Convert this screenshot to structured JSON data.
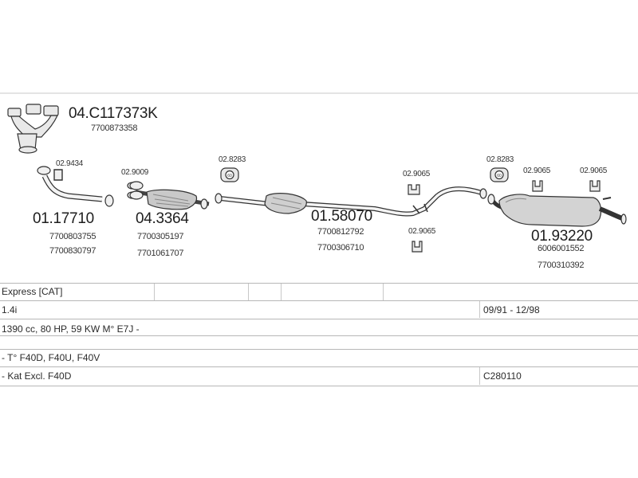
{
  "parts": {
    "manifold": {
      "number": "04.C117373K",
      "oe": [
        "7700873358"
      ]
    },
    "front_pipe": {
      "number": "01.17710",
      "oe": [
        "7700803755",
        "7700830797"
      ]
    },
    "catalyst": {
      "number": "04.3364",
      "oe": [
        "7700305197",
        "7701061707"
      ]
    },
    "middle_silencer": {
      "number": "01.58070",
      "oe": [
        "7700812792",
        "7700306710"
      ]
    },
    "rear_silencer": {
      "number": "01.93220",
      "oe": [
        "6006001552",
        "7700310392"
      ]
    }
  },
  "clips": {
    "c_02_9434": "02.9434",
    "c_02_9009": "02.9009",
    "c_02_8283_a": "02.8283",
    "c_02_9065_a": "02.9065",
    "c_02_9065_b": "02.9065",
    "c_02_8283_b": "02.8283",
    "c_02_9065_c": "02.9065",
    "c_02_9065_d": "02.9065"
  },
  "table": {
    "model": "Express  [CAT]",
    "engine": "1.4i",
    "period": "09/91 - 12/98",
    "specs": "1390 cc, 80 HP, 59 KW  M° E7J -",
    "gearbox": "- T° F40D, F40U, F40V",
    "exclusion": "- Kat Excl. F40D",
    "code": "C280110"
  }
}
